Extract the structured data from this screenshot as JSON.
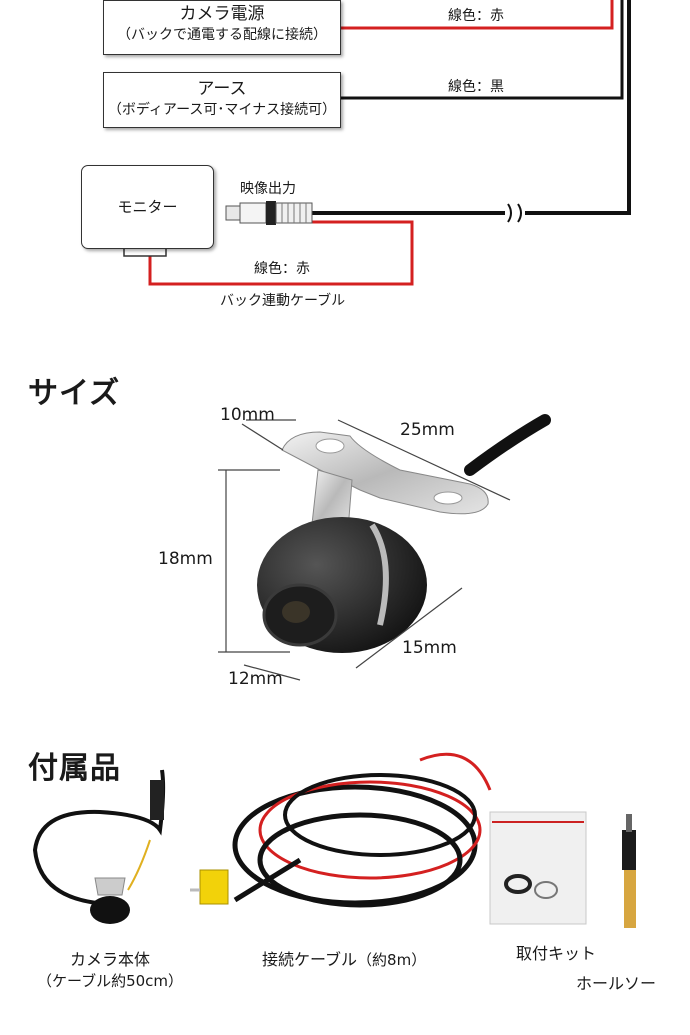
{
  "wiring": {
    "camera_power_box": {
      "title": "カメラ電源",
      "subtitle": "（バックで通電する配線に接続）"
    },
    "camera_power_wire_label": "線色：赤",
    "ground_box": {
      "title": "アース",
      "subtitle": "（ボディアース可･マイナス接続可）"
    },
    "ground_wire_label": "線色：黒",
    "monitor_label": "モニター",
    "video_output_label": "映像出力",
    "reverse_wire_label": "線色：赤",
    "reverse_cable_label": "バック連動ケーブル",
    "colors": {
      "red_wire": "#d42020",
      "black_wire": "#111111"
    }
  },
  "size_section": {
    "heading": "サイズ",
    "dimensions": {
      "top_left": "10mm",
      "top_right": "25mm",
      "height": "18mm",
      "bottom_right": "15mm",
      "bottom_left": "12mm"
    }
  },
  "accessories_section": {
    "heading": "付属品",
    "items": [
      {
        "name": "カメラ本体",
        "note": "（ケーブル約50cm）"
      },
      {
        "name": "接続ケーブル",
        "note": "（約8m）"
      },
      {
        "name": "取付キット",
        "note": ""
      },
      {
        "name": "ホールソー",
        "note": ""
      }
    ]
  }
}
